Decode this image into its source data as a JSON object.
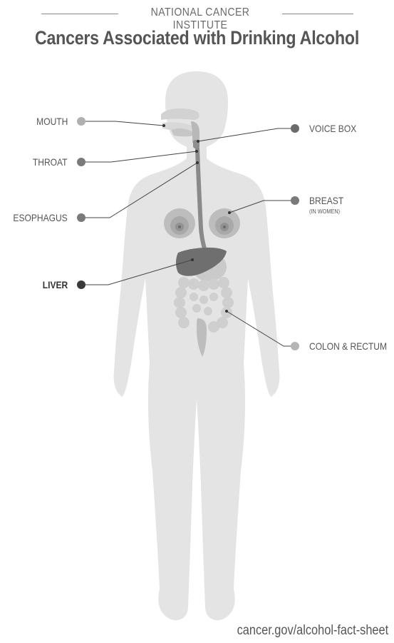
{
  "header": {
    "organization": "NATIONAL CANCER INSTITUTE",
    "title": "Cancers Associated with Drinking Alcohol"
  },
  "labels": {
    "mouth": "MOUTH",
    "throat": "THROAT",
    "esophagus": "ESOPHAGUS",
    "liver": "LIVER",
    "voice_box": "VOICE BOX",
    "breast": "BREAST",
    "breast_note": "(IN WOMEN)",
    "colon_rectum": "COLON & RECTUM"
  },
  "footer": {
    "source_url": "cancer.gov/alcohol-fact-sheet"
  },
  "colors": {
    "body": "#e4e4e4",
    "mouth_marker": "#b0b0b0",
    "throat_marker": "#7a7a7a",
    "esophagus_marker": "#7a7a7a",
    "liver_marker": "#3a3a3a",
    "voice_box_marker": "#6a6a6a",
    "breast_marker": "#7a7a7a",
    "colon_marker": "#b5b5b5"
  }
}
